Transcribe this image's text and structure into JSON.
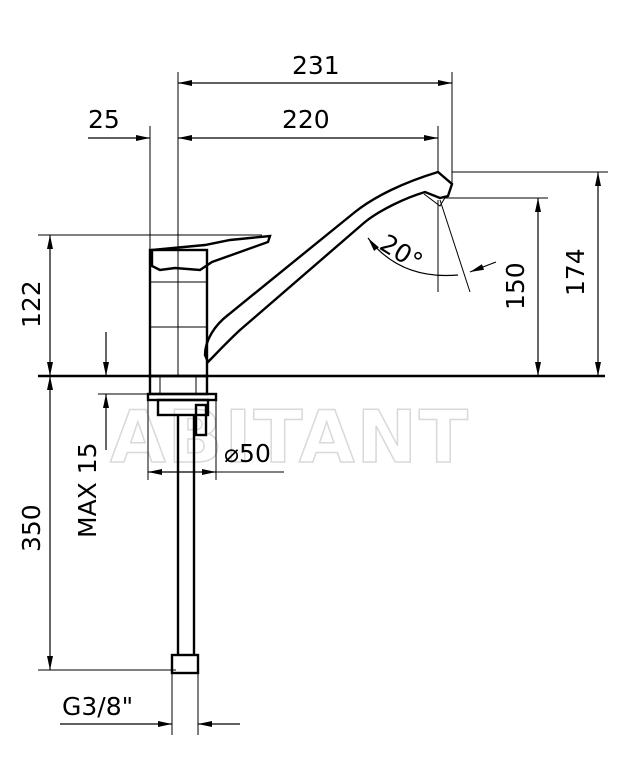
{
  "dimensions": {
    "overall_reach": "231",
    "body_offset": "25",
    "spout_reach": "220",
    "overall_height": "174",
    "spout_height": "150",
    "body_height": "122",
    "max_deck_thickness": "MAX 15",
    "hole_diameter": "⌀50",
    "hose_length": "350",
    "thread_size": "G3/8\"",
    "spout_angle": "20°"
  },
  "watermark": "ABITANT"
}
